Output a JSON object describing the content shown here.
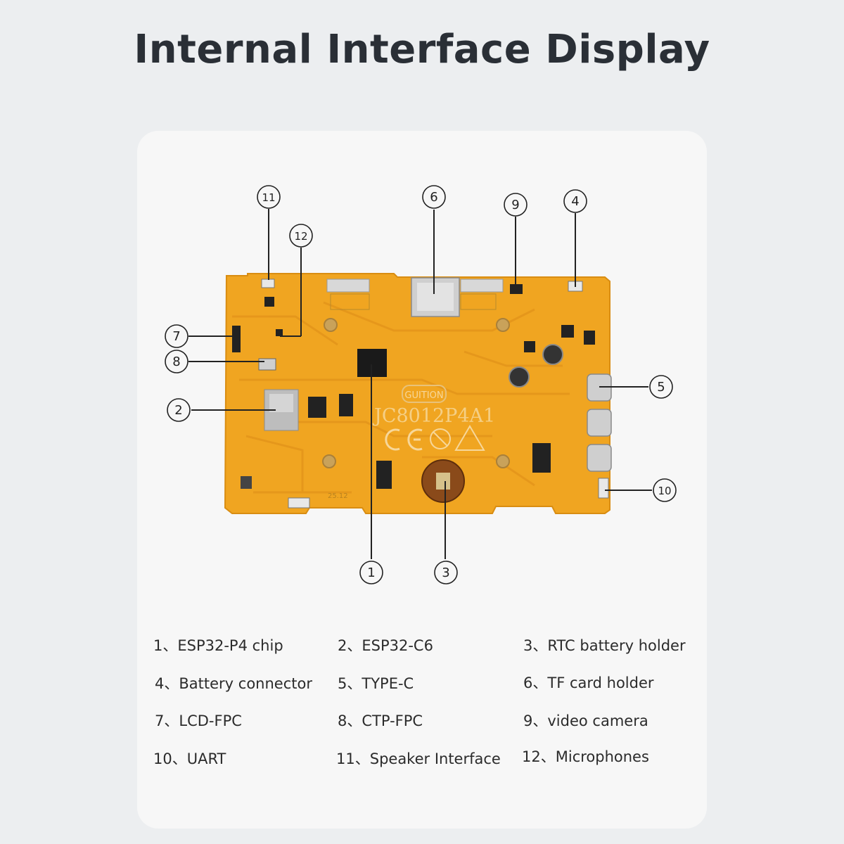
{
  "title": "Internal Interface Display",
  "board": {
    "logo": "GUITION",
    "model": "JC8012P4A1",
    "silk_small": "25.12"
  },
  "callouts": [
    "1",
    "2",
    "3",
    "4",
    "5",
    "6",
    "7",
    "8",
    "9",
    "10",
    "11",
    "12"
  ],
  "legend": [
    {
      "num": "1",
      "sep": "、",
      "label": "ESP32-P4 chip"
    },
    {
      "num": "2",
      "sep": "、",
      "label": "ESP32-C6"
    },
    {
      "num": "3",
      "sep": "、",
      "label": "RTC battery holder"
    },
    {
      "num": "4",
      "sep": "、",
      "label": "Battery connector"
    },
    {
      "num": "5",
      "sep": "、",
      "label": "TYPE-C"
    },
    {
      "num": "6",
      "sep": "、",
      "label": "TF card holder"
    },
    {
      "num": "7",
      "sep": "、",
      "label": "LCD-FPC"
    },
    {
      "num": "8",
      "sep": "、",
      "label": "CTP-FPC"
    },
    {
      "num": "9",
      "sep": "、",
      "label": "video camera"
    },
    {
      "num": "10",
      "sep": "、",
      "label": "UART"
    },
    {
      "num": "11",
      "sep": "、",
      "label": "Speaker Interface"
    },
    {
      "num": "12",
      "sep": "、",
      "label": "Microphones"
    }
  ],
  "colors": {
    "pcb": "#f0a521",
    "pcb_dark": "#d98d12",
    "chip": "#1a1a1a",
    "silver": "#c9c9c9"
  }
}
